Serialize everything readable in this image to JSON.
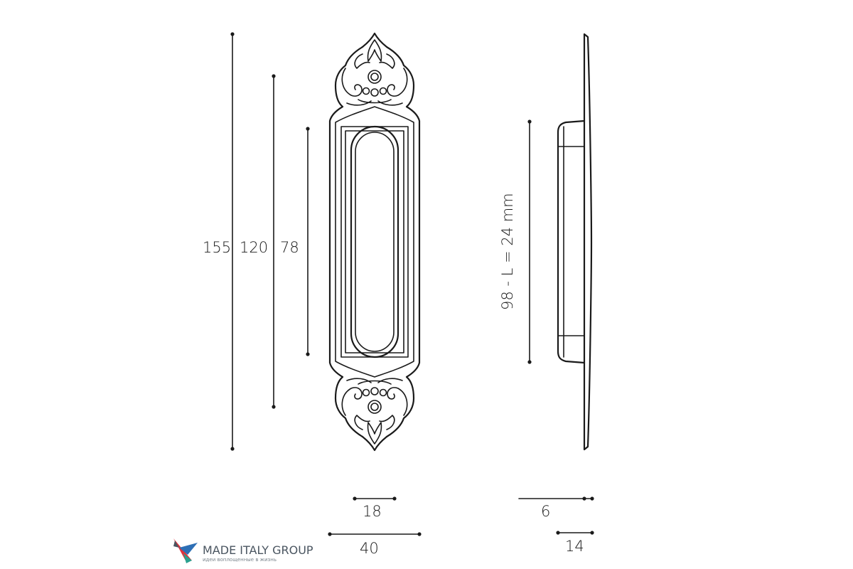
{
  "dimensions": {
    "overall_height": "155",
    "fixing_distance": "120",
    "recess_height": "78",
    "recess_width": "18",
    "plate_width": "40",
    "side_offset": "6",
    "depth": "14",
    "door_note": "98 - L = 24 mm"
  },
  "logo": {
    "name": "MADE ITALY GROUP",
    "tagline": "идеи воплощенные в жизнь",
    "colors": {
      "red": "#e0323a",
      "blue": "#2d6fb5",
      "teal": "#2aa18f",
      "grey": "#4a5560"
    }
  }
}
